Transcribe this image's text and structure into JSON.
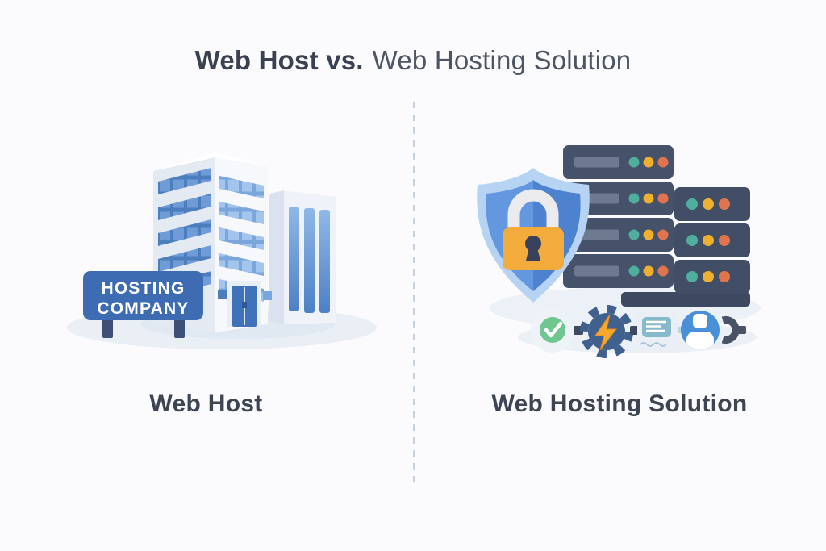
{
  "title": {
    "bold": "Web Host vs.",
    "light": "Web Hosting Solution"
  },
  "left_panel": {
    "label": "Web Host",
    "sign_line1": "HOSTING",
    "sign_line2": "COMPANY",
    "illustration": "office-building-with-hosting-company-sign"
  },
  "right_panel": {
    "label": "Web Hosting Solution",
    "illustration": "shield-lock-with-server-stack-and-feature-icons",
    "icons": [
      {
        "name": "check-icon",
        "color": "#6fc690"
      },
      {
        "name": "gear-lightning-icon",
        "color": "#40608e",
        "bolt_color": "#f6a92a"
      },
      {
        "name": "console-message-icon",
        "color": "#86b9cb"
      },
      {
        "name": "support-person-wrench-icon",
        "color": "#4a90d9",
        "wrench_color": "#4a5366"
      }
    ],
    "server_status_dot_colors": [
      "#4fae9c",
      "#f0b02f",
      "#e0744d"
    ],
    "server_count_front": 4,
    "server_count_back": 3
  },
  "colors": {
    "background": "#fbfbfd",
    "divider_dash": "#c6d1e0",
    "title_bold": "#3a4150",
    "title_light": "#4d5564",
    "caption_text": "#3d4553",
    "sign_blue": "#3d6cb3",
    "sign_post": "#3d5078",
    "building_window_blue": "#4c7dbd",
    "shield_outer": "#b7d3f4",
    "shield_inner_left": "#6398e0",
    "shield_inner_right": "#4c82ce",
    "lock_body": "#f3ab3c",
    "lock_shackle": "#ebebee",
    "server_body": "#45526a",
    "ground_shadow": "#eaeff6"
  }
}
